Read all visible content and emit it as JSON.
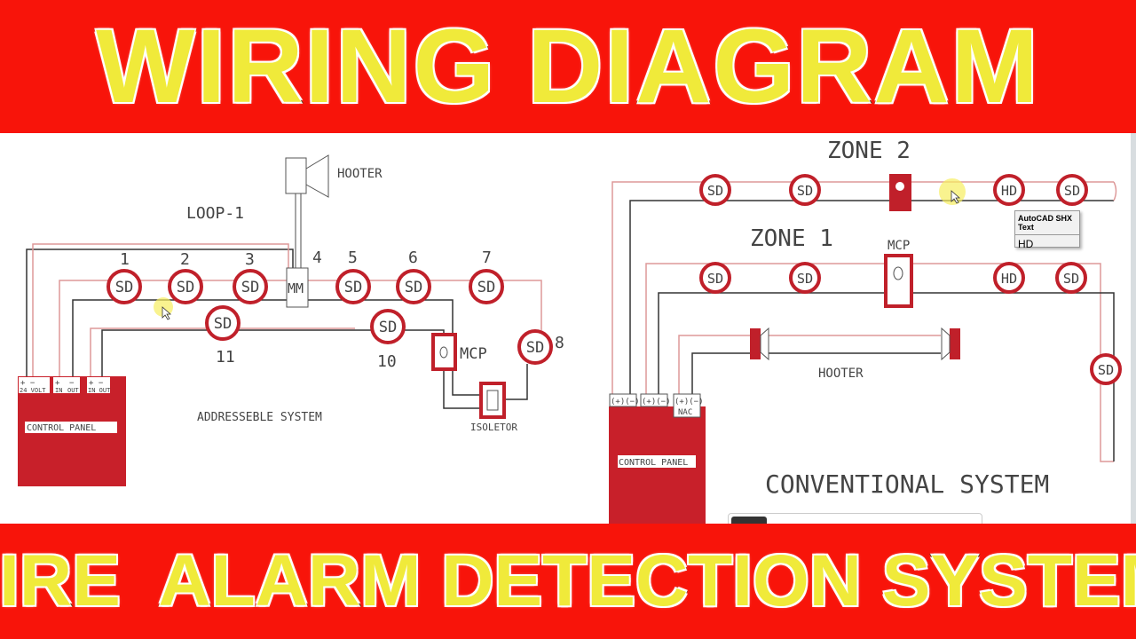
{
  "title": "WIRING DIAGRAM",
  "subtitle": "FIRE  ALARM DETECTION SYSTEM",
  "colors": {
    "band": "#f8140a",
    "title_text": "#f0ea3a",
    "device_red": "#c0202a",
    "panel_red": "#c8202a"
  },
  "addressable": {
    "loop_label": "LOOP-1",
    "hooter_label": "HOOTER",
    "module_label": "MM",
    "detector_label": "SD",
    "numbers": [
      "1",
      "2",
      "3",
      "4",
      "5",
      "6",
      "7",
      "8",
      "10",
      "11"
    ],
    "mcp_label": "MCP",
    "isolator_label": "ISOLETOR",
    "panel_label": "CONTROL PANEL",
    "terminals": [
      "+ −",
      "24 VOLT",
      "+",
      "IN",
      "−",
      "OUT",
      "+ −",
      "IN OUT"
    ],
    "system_label": "ADDRESSEBLE SYSTEM"
  },
  "conventional": {
    "zone2_label": "ZONE 2",
    "zone1_label": "ZONE 1",
    "mcp_label": "MCP",
    "heat_label": "HD",
    "detector_label": "SD",
    "hooter_label": "HOOTER",
    "panel_label": "CONTROL PANEL",
    "terminals": [
      "(+)(−)",
      "(+)(−)",
      "(+)(−)",
      "NAC"
    ],
    "system_label": "CONVENTIONAL SYSTEM"
  },
  "tooltip": {
    "title": "AutoCAD SHX Text",
    "value": "HD"
  }
}
